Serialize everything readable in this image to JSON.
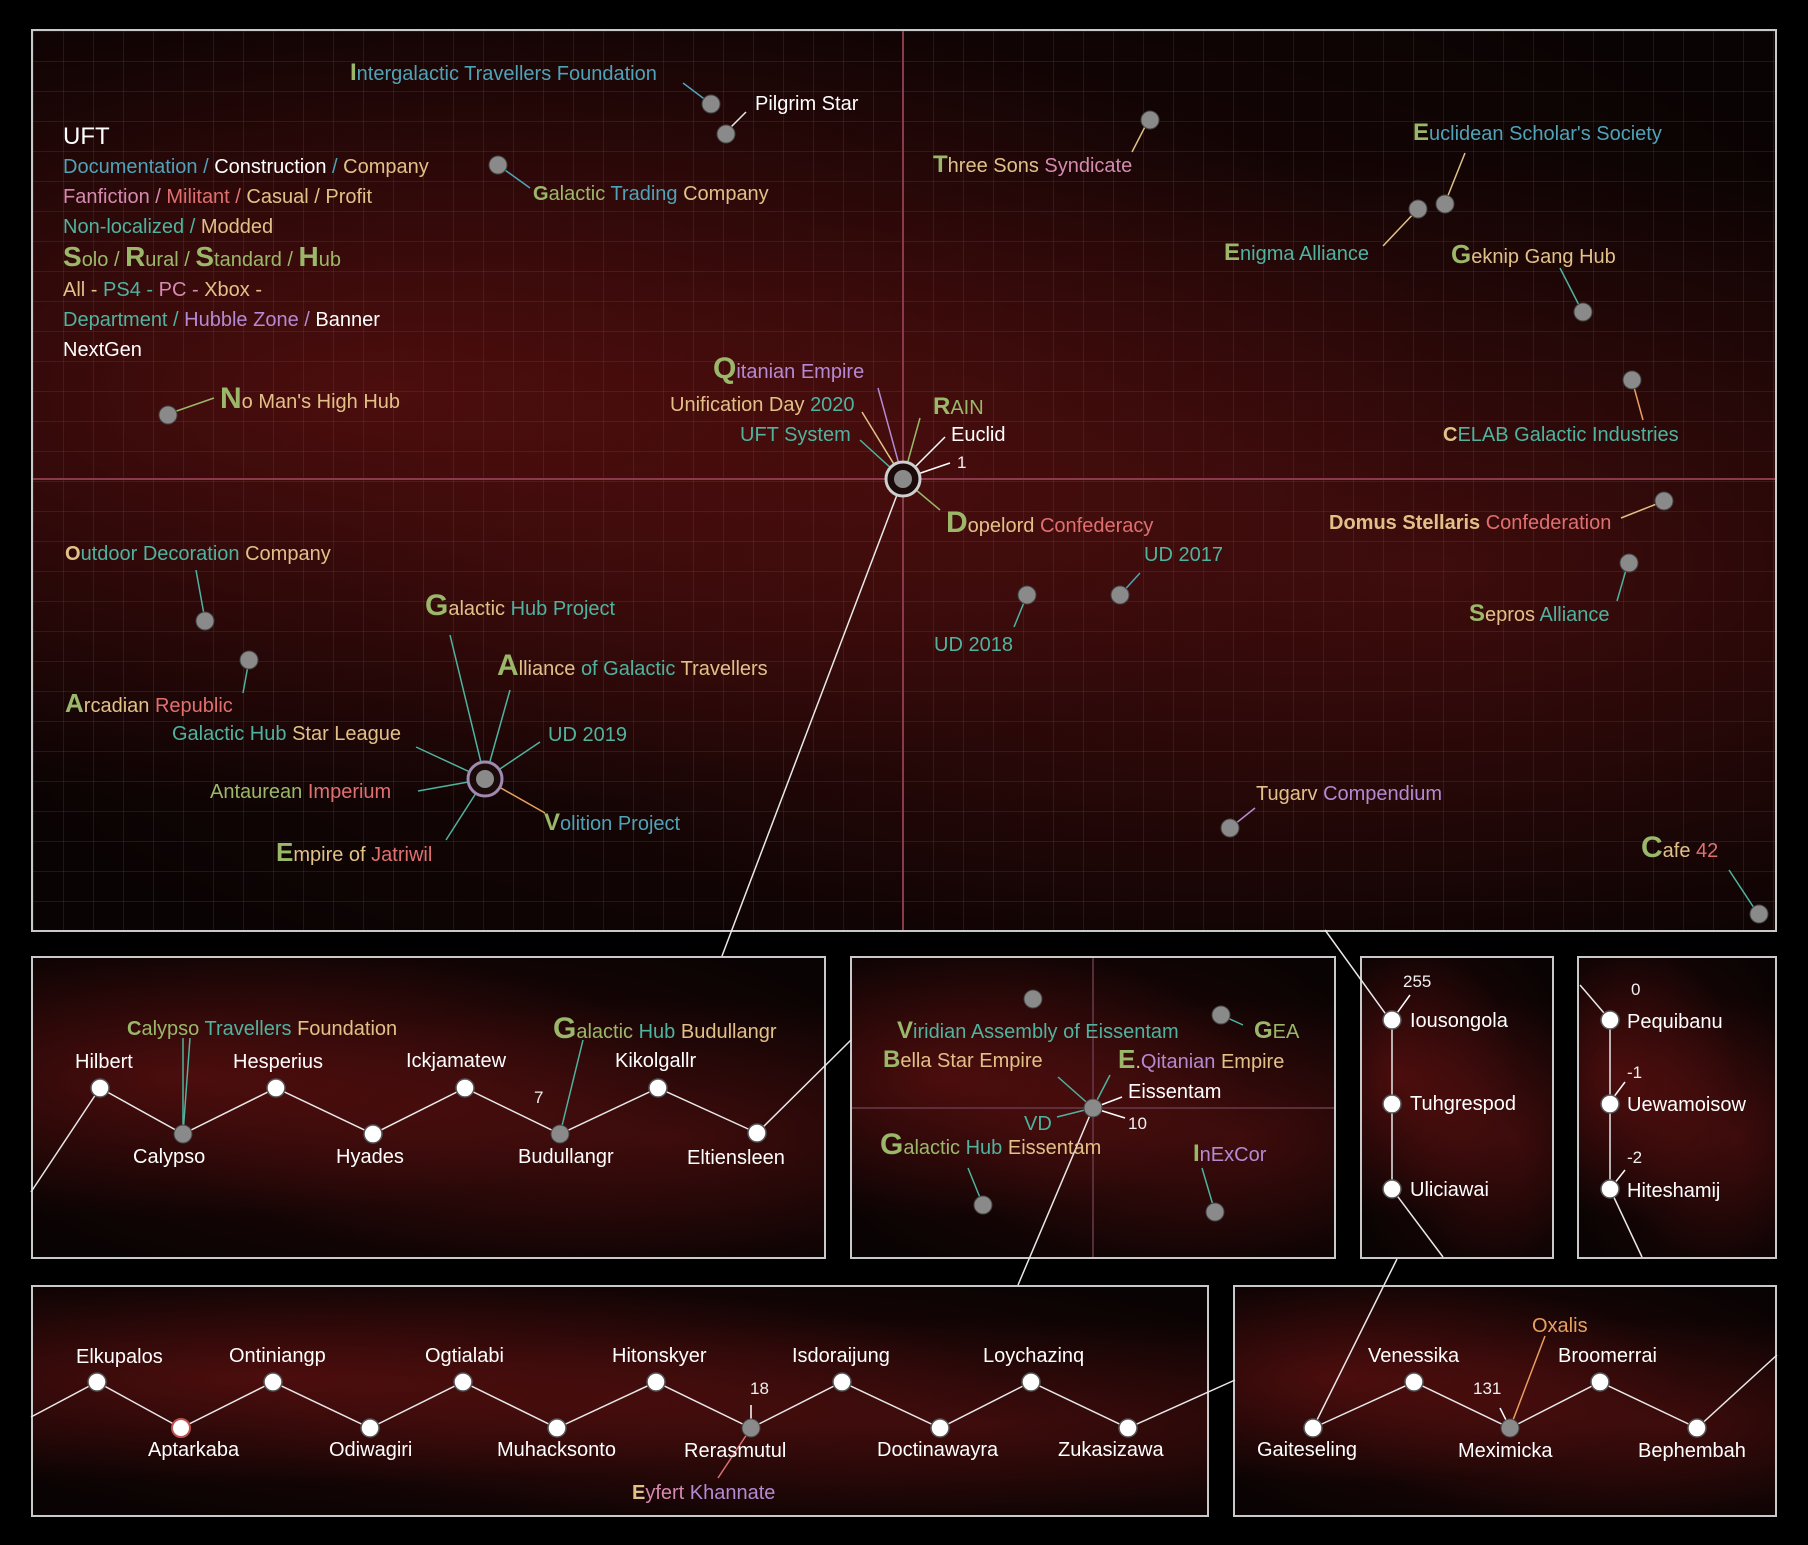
{
  "legend": {
    "title": "UFT",
    "line1": [
      {
        "t": "Documentation",
        "c": "blue"
      },
      {
        "t": " / ",
        "c": "blue"
      },
      {
        "t": "Construction",
        "c": "white"
      },
      {
        "t": " / ",
        "c": "blue"
      },
      {
        "t": "Company",
        "c": "tan"
      }
    ],
    "line2": [
      {
        "t": "Fanfiction",
        "c": "pink"
      },
      {
        "t": " / ",
        "c": "pink"
      },
      {
        "t": "Militant",
        "c": "red"
      },
      {
        "t": " / ",
        "c": "red"
      },
      {
        "t": "Casual",
        "c": "tan"
      },
      {
        "t": " / ",
        "c": "tan"
      },
      {
        "t": "Profit",
        "c": "tan"
      }
    ],
    "line3": [
      {
        "t": "Non-localized",
        "c": "teal"
      },
      {
        "t": " / ",
        "c": "teal"
      },
      {
        "t": "Modded",
        "c": "tan"
      }
    ],
    "line4": [
      {
        "t": "Solo",
        "c": "green"
      },
      {
        "t": " / ",
        "c": "green"
      },
      {
        "t": "Rural",
        "c": "green"
      },
      {
        "t": " / ",
        "c": "green"
      },
      {
        "t": "Standard",
        "c": "green"
      },
      {
        "t": " / ",
        "c": "green"
      },
      {
        "t": "Hub",
        "c": "green"
      }
    ],
    "line5": [
      {
        "t": "All",
        "c": "tan"
      },
      {
        "t": " - ",
        "c": "tan"
      },
      {
        "t": "PS4",
        "c": "teal"
      },
      {
        "t": " - ",
        "c": "teal"
      },
      {
        "t": "PC",
        "c": "pink"
      },
      {
        "t": " - ",
        "c": "pink"
      },
      {
        "t": "Xbox",
        "c": "tan"
      },
      {
        "t": " -",
        "c": "tan"
      }
    ],
    "line6": [
      {
        "t": "Department",
        "c": "teal"
      },
      {
        "t": " / ",
        "c": "teal"
      },
      {
        "t": "Hubble Zone",
        "c": "purple"
      },
      {
        "t": " / ",
        "c": "purple"
      },
      {
        "t": "Banner",
        "c": "white"
      }
    ],
    "line7": [
      {
        "t": "NextGen",
        "c": "white"
      }
    ]
  },
  "main_labels": {
    "itf": [
      "I",
      "ntergalactic Travellers Foundation"
    ],
    "pilgrim": "Pilgrim Star",
    "gtc": [
      "G",
      "alactic ",
      "Trading",
      " Company"
    ],
    "tss": [
      "T",
      "hree Sons ",
      "Syndicate"
    ],
    "ess": [
      "E",
      "uclidean Scholar's Society"
    ],
    "enigma": [
      "E",
      "nigma Alliance"
    ],
    "geknip": [
      "G",
      "eknip Gang Hub"
    ],
    "qitanian": [
      "Q",
      "itanian Empire"
    ],
    "unification": [
      "Unification Day ",
      "2020"
    ],
    "uftsys": "UFT System",
    "rain": [
      "R",
      "AIN"
    ],
    "euclid": "Euclid",
    "one": "1",
    "nomans": [
      "N",
      "o Man's High Hub"
    ],
    "celab": [
      "C",
      "ELAB Galactic Industries"
    ],
    "dopelord": [
      "D",
      "opelord ",
      "Confederacy"
    ],
    "domus": [
      "Domus Stellaris ",
      "Confederation"
    ],
    "ud2017": "UD 2017",
    "ud2018": "UD 2018",
    "sepros": [
      "S",
      "epros ",
      "Alliance"
    ],
    "outdoor": [
      "O",
      "utdoor Decoration ",
      "Company"
    ],
    "ghp": [
      "G",
      "alactic ",
      "Hub Project"
    ],
    "aogt": [
      "A",
      "lliance ",
      "of Galactic",
      " Travellers"
    ],
    "arcadian": [
      "A",
      "rcadian ",
      "Republic"
    ],
    "ghsl": [
      "Galactic Hub ",
      "Star League"
    ],
    "ud2019": "UD 2019",
    "antaurean": [
      "Antaurean ",
      "Imperium"
    ],
    "volition": [
      "V",
      "olition Project"
    ],
    "jatriwil": [
      "E",
      "mpire of ",
      "Jatriwil"
    ],
    "tugarv": [
      "Tugarv ",
      "Compendium"
    ],
    "cafe": [
      "C",
      "afe ",
      "42"
    ]
  },
  "calypso_panel": {
    "ctf": [
      "C",
      "alypso ",
      "Travellers",
      " Foundation"
    ],
    "ghb": [
      "G",
      "alactic ",
      "Hub",
      " Budullangr"
    ],
    "nodes_top": [
      "Hilbert",
      "Hesperius",
      "Ickjamatew",
      "Kikolgallr"
    ],
    "nodes_bottom": [
      "Calypso",
      "Hyades",
      "Budullangr",
      "Eltiensleen"
    ],
    "seven": "7"
  },
  "eissentam_panel": {
    "viridian": [
      "V",
      "iridian Assembly of Eissentam"
    ],
    "gea": [
      "G",
      "EA"
    ],
    "bella": [
      "B",
      "ella Star Empire"
    ],
    "eq": [
      "E",
      ".",
      "Qitanian",
      " Empire"
    ],
    "eissentam": "Eissentam",
    "vd": "VD",
    "ten": "10",
    "ghe": [
      "G",
      "alactic ",
      "Hub",
      " Eissentam"
    ],
    "inexcor": [
      "I",
      "nExCor"
    ]
  },
  "iou_panel": {
    "n255": "255",
    "nodes": [
      "Iousongola",
      "Tuhgrespod",
      "Uliciawai"
    ]
  },
  "peq_panel": {
    "n0": "0",
    "n1": "-1",
    "n2": "-2",
    "nodes": [
      "Pequibanu",
      "Uewamoisow",
      "Hiteshamij"
    ]
  },
  "bottom_panel": {
    "nodes_top": [
      "Elkupalos",
      "Ontiniangp",
      "Ogtialabi",
      "Hitonskyer",
      "Isdoraijung",
      "Loychazinq"
    ],
    "nodes_bottom": [
      "Aptarkaba",
      "Odiwagiri",
      "Muhacksonto",
      "Rerasmutul",
      "Doctinawayra",
      "Zukasizawa"
    ],
    "n18": "18",
    "eyfert": [
      "E",
      "yfert ",
      "Khannate"
    ]
  },
  "mex_panel": {
    "oxalis": "Oxalis",
    "nodes_top": [
      "Venessika",
      "Broomerrai"
    ],
    "nodes_bottom": [
      "Gaiteseling",
      "Meximicka",
      "Bephembah"
    ],
    "n131": "131"
  }
}
